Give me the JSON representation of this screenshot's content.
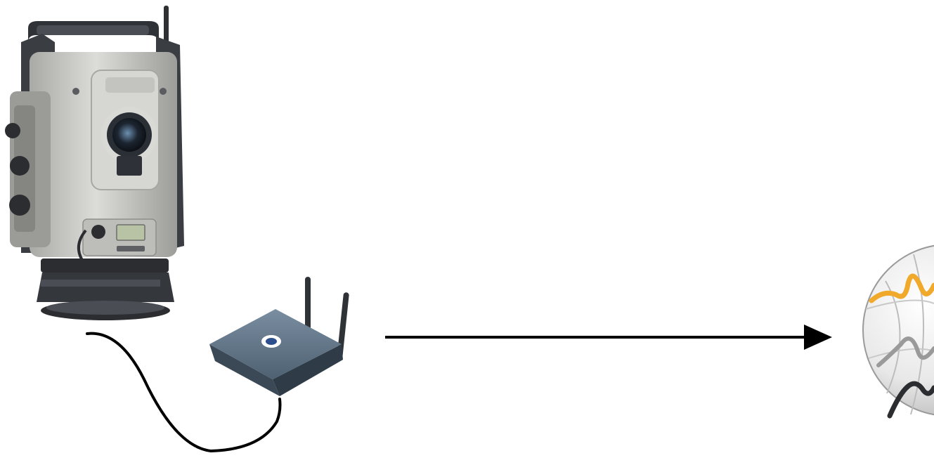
{
  "diagram": {
    "nodes": [
      {
        "id": "total-station",
        "icon": "total-station-icon"
      },
      {
        "id": "wireless-router",
        "icon": "wireless-router-icon"
      },
      {
        "id": "globe-logo",
        "icon": "globe-logo-icon"
      }
    ],
    "connections": [
      {
        "from": "total-station",
        "to": "wireless-router",
        "style": "cable"
      },
      {
        "from": "wireless-router",
        "to": "globe-logo",
        "style": "arrow"
      }
    ],
    "colors": {
      "background": "#ffffff",
      "line": "#000000",
      "instrument_body": "#c9c9c7",
      "instrument_dark": "#3a3d42",
      "router_body": "#5a6f82",
      "globe_accent": "#f0a92a"
    }
  }
}
